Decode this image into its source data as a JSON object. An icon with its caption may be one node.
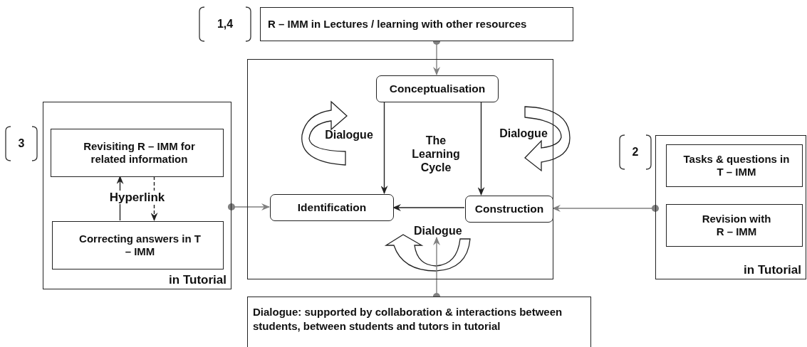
{
  "diagram": {
    "nodes": [
      {
        "text": [
          "R –  IMM in Lectures / learning with other resources"
        ],
        "beside": [
          "1,4"
        ]
      },
      {
        "text": [],
        "shape": "box"
      },
      {
        "text": [
          "Conceptualisation"
        ],
        "in": 1
      },
      {
        "text": [
          "Identification"
        ],
        "in": 1
      },
      {
        "text": [
          "Construction"
        ],
        "in": 1
      },
      {
        "text": [
          "Dialogue"
        ],
        "in": 1
      },
      {
        "text": [
          "in Tutorial"
        ],
        "beside": [
          "3"
        ]
      },
      {
        "text": [
          "Revisiting R – IMM for related information"
        ],
        "in": 6
      },
      {
        "text": [
          "Correcting answers in T – IMM"
        ],
        "in": 6
      },
      {
        "text": [
          "in Tutorial"
        ],
        "beside": [
          "2"
        ]
      },
      {
        "text": [
          "Tasks & questions in T – IMM"
        ],
        "in": 9
      },
      {
        "text": [
          "Revision with R – IMM"
        ],
        "in": 9
      },
      {
        "text": [
          "Dialogue: supported by collaboration & interactions between students, between students and tutors  in tutorial"
        ]
      }
    ],
    "edges": [
      {
        "from": 0,
        "to": 2,
        "arrow": "to",
        "color": "#808080"
      },
      {
        "from": 2,
        "to": 3,
        "arrow": "to",
        "color": "#222222"
      },
      {
        "from": 2,
        "to": 4,
        "arrow": "to",
        "color": "#222222"
      },
      {
        "from": 4,
        "to": 3,
        "arrow": "to",
        "color": "#222222"
      },
      {
        "from": 6,
        "to": 3,
        "arrow": "to",
        "color": "#808080"
      },
      {
        "from": 9,
        "to": 4,
        "arrow": "to",
        "color": "#808080"
      },
      {
        "from": 12,
        "to": 5,
        "arrow": "to",
        "color": "#808080"
      },
      {
        "from": 7,
        "to": 8,
        "arrow": "to",
        "style": "dashed"
      },
      {
        "from": 8,
        "to": 7,
        "arrow": "to",
        "label": "Hyperlink"
      }
    ],
    "labels": [
      "Dialogue",
      "The Learning Cycle",
      "Dialogue"
    ]
  }
}
